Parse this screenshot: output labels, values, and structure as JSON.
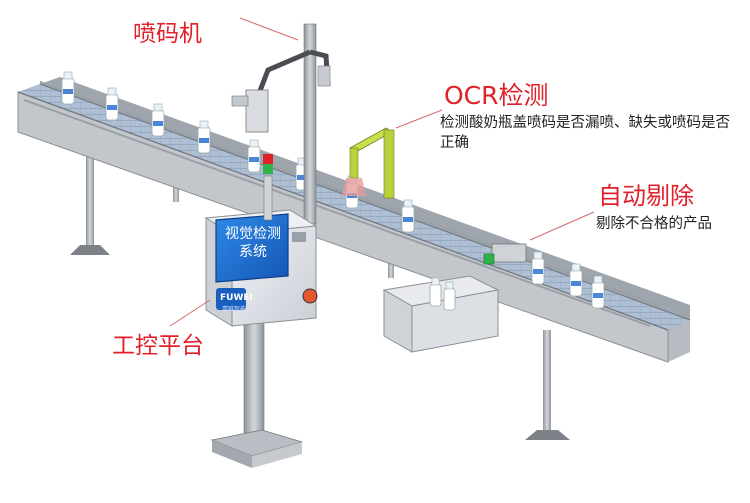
{
  "labels": {
    "sprayer": "喷码机",
    "ocr_title": "OCR检测",
    "ocr_desc": "检测酸奶瓶盖喷码是否漏喷、缺失或喷码是否正确",
    "reject_title": "自动剔除",
    "reject_desc": "剔除不合格的产品",
    "platform": "工控平台"
  },
  "console": {
    "screen_text": "视觉检测系统",
    "brand": "FUWEI",
    "brand_sub": "富唯智能"
  },
  "colors": {
    "callout_red": "#e0202a",
    "screen_blue": "#1a6fd0",
    "frame_gray": "#a9adb3",
    "belt_blue": "#8fa7c4",
    "ocr_green": "#c8e04a",
    "indicator_green": "#2fb34a"
  }
}
